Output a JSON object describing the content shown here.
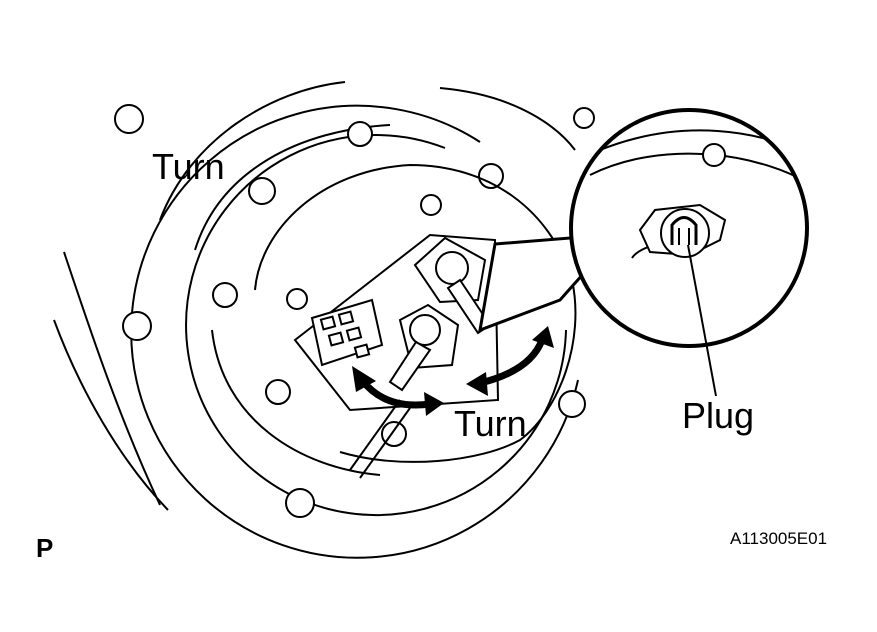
{
  "labels": {
    "turn_top": "Turn",
    "turn_bottom": "Turn",
    "plug": "Plug",
    "view_letter": "P",
    "figure_code": "A113005E01"
  },
  "icons": {
    "arrows": "rotate-arrow",
    "detail": "magnifier-callout"
  },
  "colors": {
    "line": "#000000",
    "background": "#ffffff"
  }
}
